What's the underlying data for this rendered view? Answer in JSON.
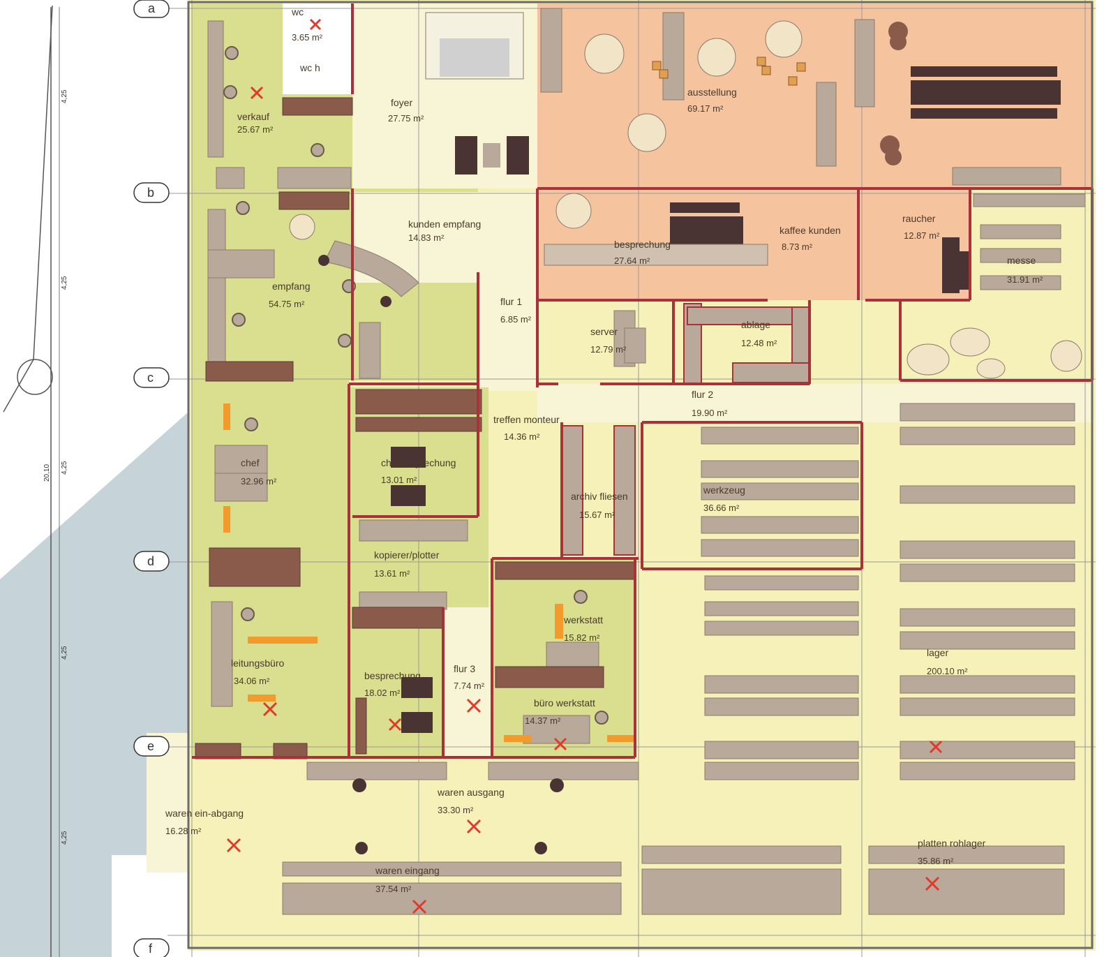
{
  "colors": {
    "office_green": "#d9df8f",
    "exhibition_orange": "#f6c39f",
    "warehouse_yellow": "#f5f1b8",
    "corridor_cream": "#f8f4d6",
    "wall_red": "#a9323a",
    "furniture_grey": "#b9a99b",
    "furniture_dark": "#4a3433",
    "shelf_brown": "#8a5a4a",
    "accent_orange": "#f39a2c",
    "mark_red": "#e03a2a",
    "outside_blue": "#c6d4d9",
    "grid_line": "#9a9a9a"
  },
  "grid_axes": [
    "a",
    "b",
    "c",
    "d",
    "e",
    "f"
  ],
  "dimensions": [
    "4,25",
    "4,25",
    "4,25",
    "4,25",
    "4,25",
    "20,10"
  ],
  "rooms": [
    {
      "id": "verkauf",
      "label": "verkauf",
      "area": "25.67 m²"
    },
    {
      "id": "wc",
      "label": "wc",
      "area": "3.65 m²"
    },
    {
      "id": "wc-h",
      "label": "wc h",
      "area": ""
    },
    {
      "id": "foyer",
      "label": "foyer",
      "area": "27.75 m²"
    },
    {
      "id": "ausstellung",
      "label": "ausstellung",
      "area": "69.17 m²"
    },
    {
      "id": "kunden-empfang",
      "label": "kunden empfang",
      "area": "14.83 m²"
    },
    {
      "id": "besprechung-1",
      "label": "besprechung",
      "area": "27.64 m²"
    },
    {
      "id": "kaffee-kunden",
      "label": "kaffee kunden",
      "area": "8.73 m²"
    },
    {
      "id": "raucher",
      "label": "raucher",
      "area": "12.87 m²"
    },
    {
      "id": "messe",
      "label": "messe",
      "area": "31.91 m²"
    },
    {
      "id": "empfang",
      "label": "empfang",
      "area": "54.75 m²"
    },
    {
      "id": "flur-1",
      "label": "flur 1",
      "area": "6.85 m²"
    },
    {
      "id": "server",
      "label": "server",
      "area": "12.79 m²"
    },
    {
      "id": "ablage",
      "label": "ablage",
      "area": "12.48 m²"
    },
    {
      "id": "flur-2",
      "label": "flur 2",
      "area": "19.90 m²"
    },
    {
      "id": "treffen-monteur",
      "label": "treffen monteur",
      "area": "14.36 m²"
    },
    {
      "id": "chef",
      "label": "chef",
      "area": "32.96 m²"
    },
    {
      "id": "chefbesprechung",
      "label": "chefbesprechung",
      "area": "13.01 m²"
    },
    {
      "id": "archiv-fliesen",
      "label": "archiv fliesen",
      "area": "15.67 m²"
    },
    {
      "id": "werkzeug",
      "label": "werkzeug",
      "area": "36.66 m²"
    },
    {
      "id": "kopierer-plotter",
      "label": "kopierer/plotter",
      "area": "13.61 m²"
    },
    {
      "id": "werkstatt",
      "label": "werkstatt",
      "area": "15.82 m²"
    },
    {
      "id": "lager",
      "label": "lager",
      "area": "200.10 m²"
    },
    {
      "id": "leitungsbuero",
      "label": "leitungsbüro",
      "area": "34.06 m²"
    },
    {
      "id": "besprechung-2",
      "label": "besprechung",
      "area": "18.02 m²"
    },
    {
      "id": "flur-3",
      "label": "flur 3",
      "area": "7.74 m²"
    },
    {
      "id": "buero-werkstatt",
      "label": "büro werkstatt",
      "area": "14.37 m²"
    },
    {
      "id": "waren-ausgang",
      "label": "waren ausgang",
      "area": "33.30 m²"
    },
    {
      "id": "waren-ein-abgang",
      "label": "waren ein-abgang",
      "area": "16.28 m²"
    },
    {
      "id": "platten-rohlager",
      "label": "platten rohlager",
      "area": "35.86 m²"
    },
    {
      "id": "waren-eingang",
      "label": "waren eingang",
      "area": "37.54 m²"
    }
  ]
}
